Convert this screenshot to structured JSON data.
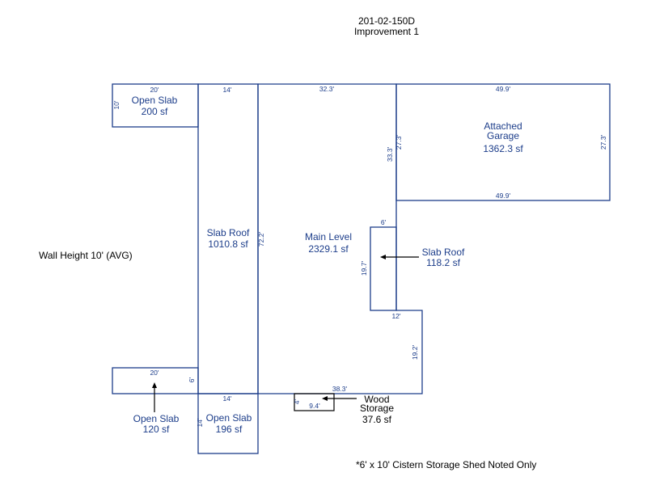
{
  "header": {
    "parcel_id": "201-02-150D",
    "improvement": "Improvement 1"
  },
  "wall_height": "Wall Height 10' (AVG)",
  "note": "*6' x 10' Cistern Storage Shed Noted Only",
  "areas": {
    "open_slab_top": {
      "label": "Open Slab",
      "sf": "200 sf"
    },
    "slab_roof_left": {
      "label": "Slab Roof",
      "sf": "1010.8 sf"
    },
    "main_level": {
      "label": "Main Level",
      "sf": "2329.1 sf"
    },
    "garage": {
      "line1": "Attached",
      "line2": "Garage",
      "sf": "1362.3 sf"
    },
    "slab_roof_right": {
      "label": "Slab Roof",
      "sf": "118.2 sf"
    },
    "open_slab_bottom": {
      "label": "Open Slab",
      "sf": "120 sf"
    },
    "open_slab_196": {
      "label": "Open Slab",
      "sf": "196 sf"
    },
    "wood_storage": {
      "line1": "Wood",
      "line2": "Storage",
      "sf": "37.6 sf"
    }
  },
  "dimensions": {
    "d_20_top": "20'",
    "d_10": "10'",
    "d_14_top": "14'",
    "d_32_3": "32.3'",
    "d_49_9_top": "49.9'",
    "d_27_3_left": "27.3'",
    "d_27_3_right": "27.3'",
    "d_33_3": "33.3'",
    "d_49_9_bottom": "49.9'",
    "d_72_2": "72.2'",
    "d_6_top": "6'",
    "d_19_7": "19.7'",
    "d_12": "12'",
    "d_19_2": "19.2'",
    "d_38_3": "38.3'",
    "d_20_bottom": "20'",
    "d_6_side": "6'",
    "d_14_bottom": "14'",
    "d_14_side": "14'",
    "d_4": "4'",
    "d_9_4": "9.4'"
  }
}
